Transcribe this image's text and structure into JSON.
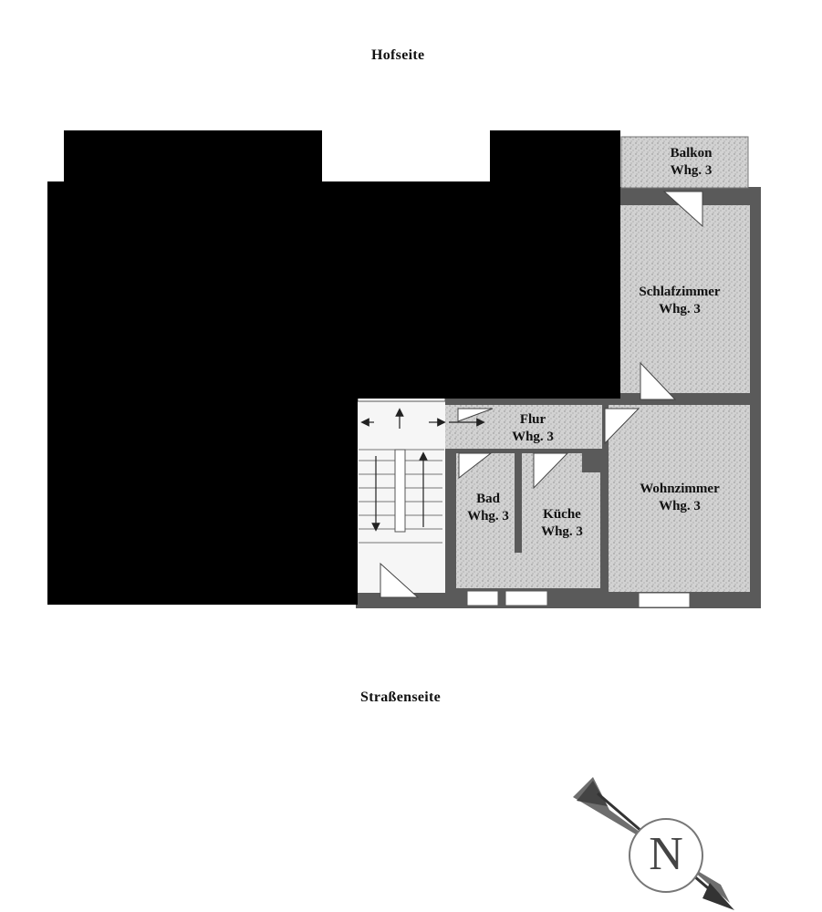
{
  "labels": {
    "top_side": "Hofseite",
    "bottom_side": "Straßenseite"
  },
  "rooms": [
    {
      "id": "balkon",
      "name": "Balkon",
      "unit": "Whg. 3"
    },
    {
      "id": "schlafzimmer",
      "name": "Schlafzimmer",
      "unit": "Whg. 3"
    },
    {
      "id": "flur",
      "name": "Flur",
      "unit": "Whg. 3"
    },
    {
      "id": "bad",
      "name": "Bad",
      "unit": "Whg. 3"
    },
    {
      "id": "kueche",
      "name": "Küche",
      "unit": "Whg. 3"
    },
    {
      "id": "wohnzimmer",
      "name": "Wohnzimmer",
      "unit": "Whg. 3"
    }
  ],
  "compass": {
    "letter": "N"
  },
  "colors": {
    "room_fill": "#cfcfcf",
    "wall": "#555555",
    "redaction": "#000000"
  }
}
